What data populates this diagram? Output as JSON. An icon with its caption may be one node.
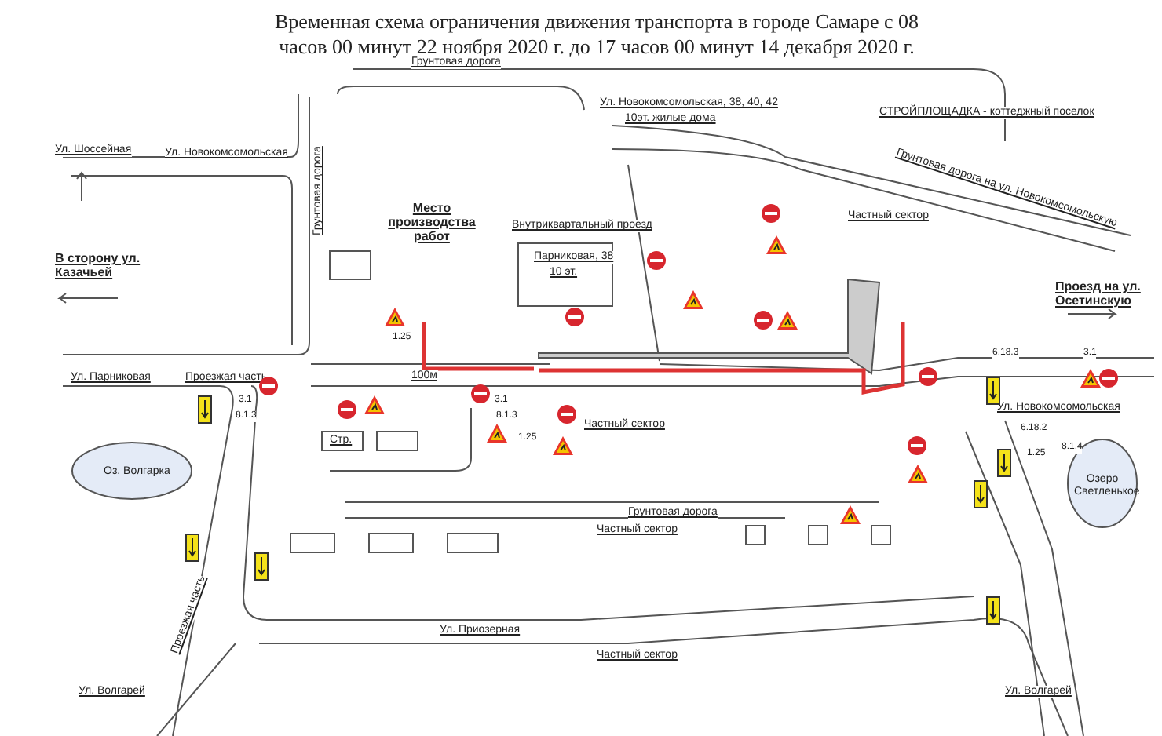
{
  "diagram": {
    "title": "Временная схема ограничения движения транспорта в городе Самаре с 08 часов 00 минут 22 ноября 2020 г. до 17 часов 00 минут 14 декабря 2020 г.",
    "labels": [
      "Грунтовая дорога",
      "Ул. Новокомсомольская, 38, 40, 42",
      "10эт. жилые дома",
      "СТРОЙПЛОЩАДКА - коттеджный поселок",
      "Ул. Шоссейная",
      "Ул. Новокомсомольская",
      "Грунтовая дорога",
      "Место производства работ",
      "Внутриквартальный проезд",
      "Парниковая, 38",
      "10 эт.",
      "Частный сектор",
      "Грунтовая дорога на ул. Новокомсомольскую",
      "В сторону ул. Казачьей",
      "Проезд на ул. Осетинскую",
      "Ул. Парниковая",
      "Проезжая часть",
      "100м",
      "Стр.",
      "Частный сектор",
      "Ул. Новокомсомольская",
      "Оз. Волгарка",
      "Озеро Светленькое",
      "Грунтовая дорога",
      "Частный сектор",
      "Ул. Приозерная",
      "Частный сектор",
      "Проезжая часть",
      "Ул. Волгарей",
      "Ул. Волгарей",
      "3.1",
      "8.1.3",
      "3.1",
      "8.1.3",
      "1.25",
      "1.25",
      "6.18.3",
      "3.1",
      "1.25",
      "8.1.4",
      "6.18.2"
    ]
  }
}
